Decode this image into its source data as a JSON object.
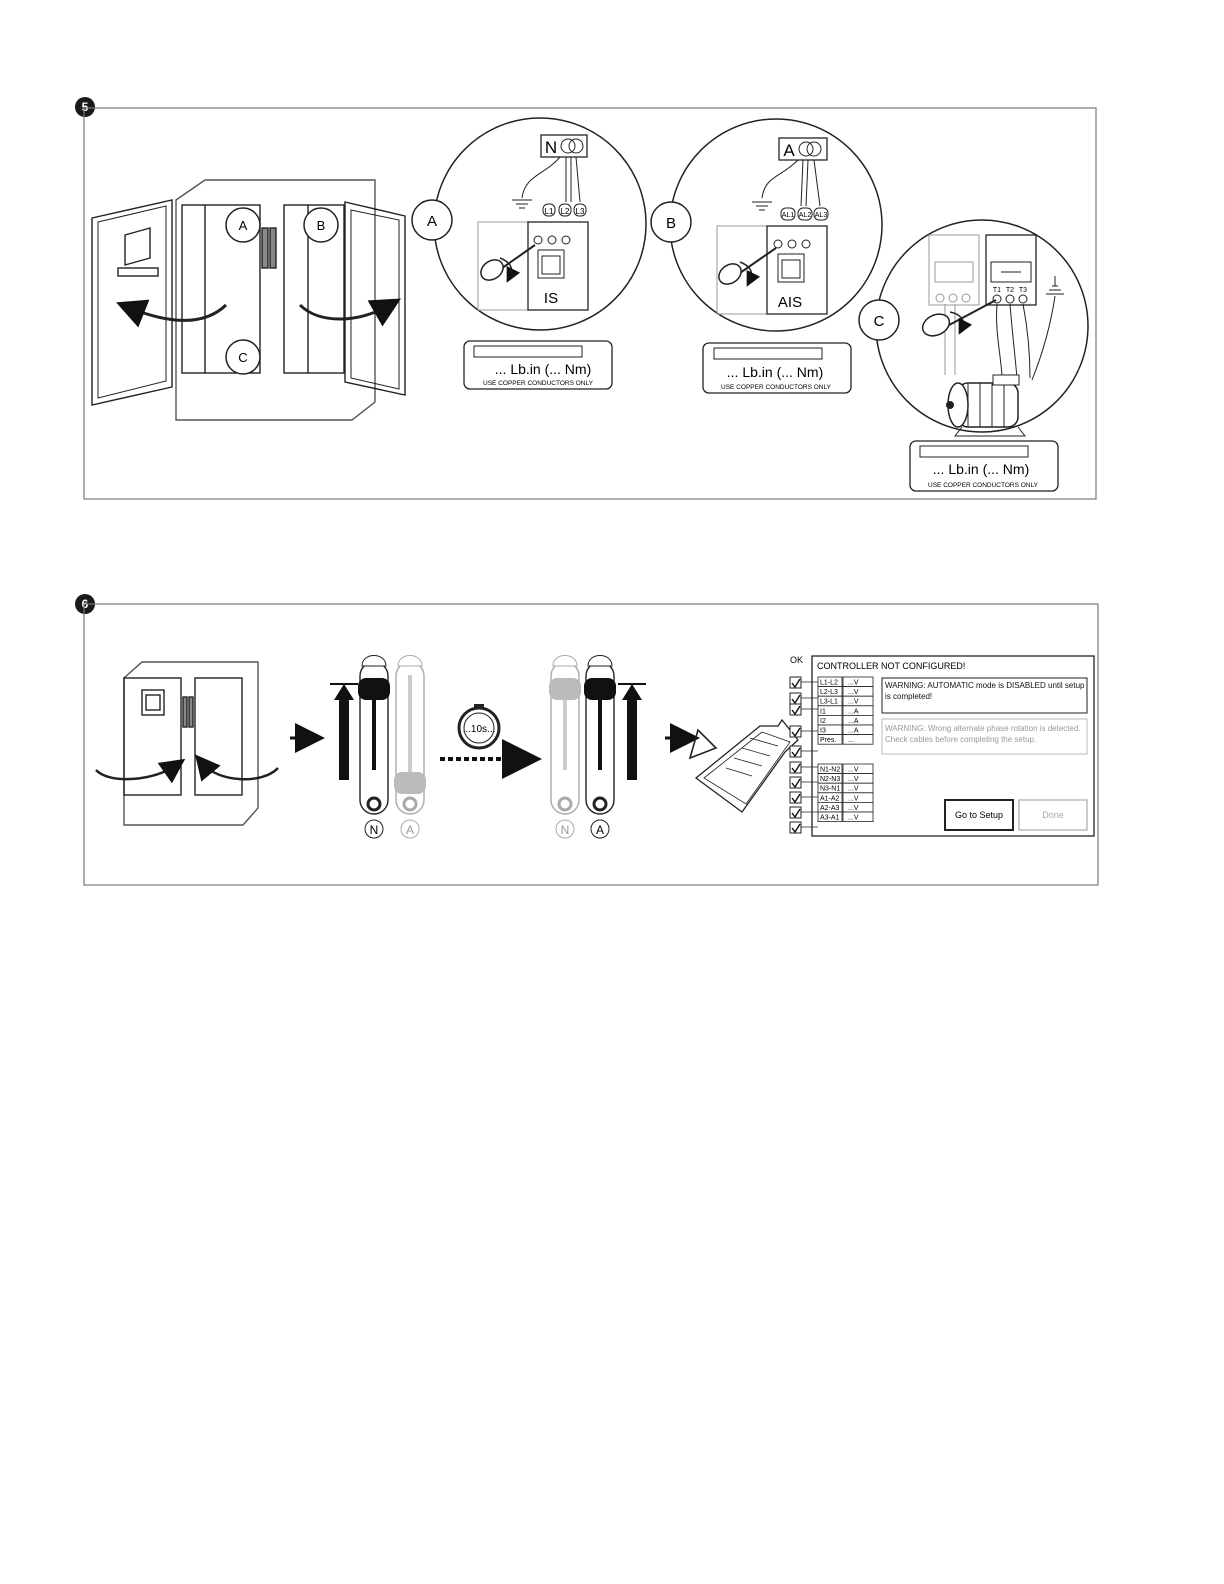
{
  "steps": [
    {
      "number": "5"
    },
    {
      "number": "6"
    }
  ],
  "panel5": {
    "door_labels": {
      "a": "A",
      "b": "B",
      "c": "C"
    },
    "detail_a": {
      "callout": "A",
      "source_symbol": "N",
      "terminals": [
        "L1",
        "L2",
        "L3"
      ],
      "device": "IS",
      "torque": "... Lb.in (... Nm)",
      "note": "USE COPPER CONDUCTORS ONLY"
    },
    "detail_b": {
      "callout": "B",
      "source_symbol": "A",
      "terminals": [
        "AL1",
        "AL2",
        "AL3"
      ],
      "device": "AIS",
      "torque": "... Lb.in (... Nm)",
      "note": "USE COPPER CONDUCTORS ONLY"
    },
    "detail_c": {
      "callout": "C",
      "terminals": [
        "T1",
        "T2",
        "T3"
      ],
      "torque": "... Lb.in (... Nm)",
      "note": "USE COPPER CONDUCTORS ONLY"
    }
  },
  "panel6": {
    "switch_labels": [
      "N",
      "A"
    ],
    "timer": "...10s...",
    "screen": {
      "ok_label": "OK",
      "title": "CONTROLLER NOT CONFIGURED!",
      "rows_top": [
        {
          "label": "L1-L2",
          "value": "...V"
        },
        {
          "label": "L2-L3",
          "value": "...V"
        },
        {
          "label": "L3-L1",
          "value": "...V"
        },
        {
          "label": "I1",
          "value": "...A"
        },
        {
          "label": "I2",
          "value": "...A"
        },
        {
          "label": "I3",
          "value": "...A"
        },
        {
          "label": "Pres.",
          "value": "..."
        }
      ],
      "rows_bottom": [
        {
          "label": "N1-N2",
          "value": "...V"
        },
        {
          "label": "N2-N3",
          "value": "...V"
        },
        {
          "label": "N3-N1",
          "value": "...V"
        },
        {
          "label": "A1-A2",
          "value": "...V"
        },
        {
          "label": "A2-A3",
          "value": "...V"
        },
        {
          "label": "A3-A1",
          "value": "...V"
        }
      ],
      "warning1": "WARNING: AUTOMATIC mode is DISABLED until setup is completed!",
      "warning2": "WARNING: Wrong alternate phase rotation is detected. Check cables before completing the setup.",
      "setup_button": "Go to Setup",
      "done_button": "Done"
    }
  }
}
